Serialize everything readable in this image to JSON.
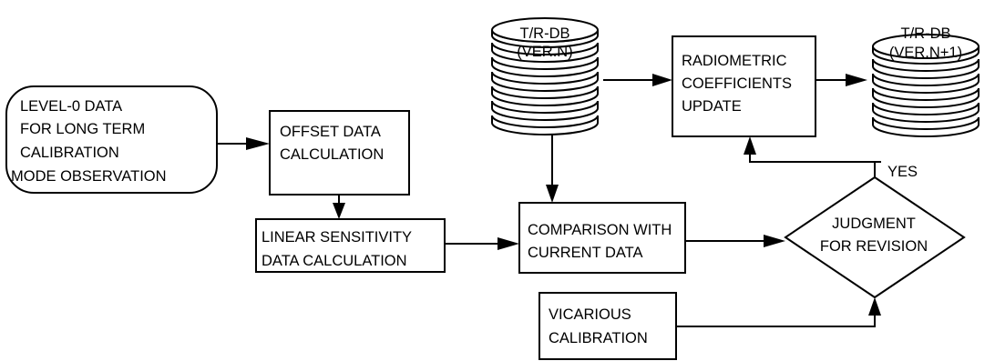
{
  "diagram": {
    "level0": [
      "LEVEL-0 DATA",
      "FOR LONG TERM",
      "CALIBRATION",
      "MODE OBSERVATION"
    ],
    "offset": [
      "OFFSET DATA",
      "CALCULATION"
    ],
    "linear": [
      "LINEAR SENSITIVITY",
      "DATA CALCULATION"
    ],
    "comparison": [
      "COMPARISON WITH",
      "CURRENT DATA"
    ],
    "vicarious": [
      "VICARIOUS",
      "CALIBRATION"
    ],
    "judgment": [
      "JUDGMENT",
      "FOR REVISION"
    ],
    "yes_label": "YES",
    "radiometric": [
      "RADIOMETRIC",
      "COEFFICIENTS",
      "UPDATE"
    ],
    "db_current": [
      "T/R-DB",
      "(VER.N)"
    ],
    "db_next": [
      "T/R-DB",
      "(VER.N+1)"
    ]
  }
}
